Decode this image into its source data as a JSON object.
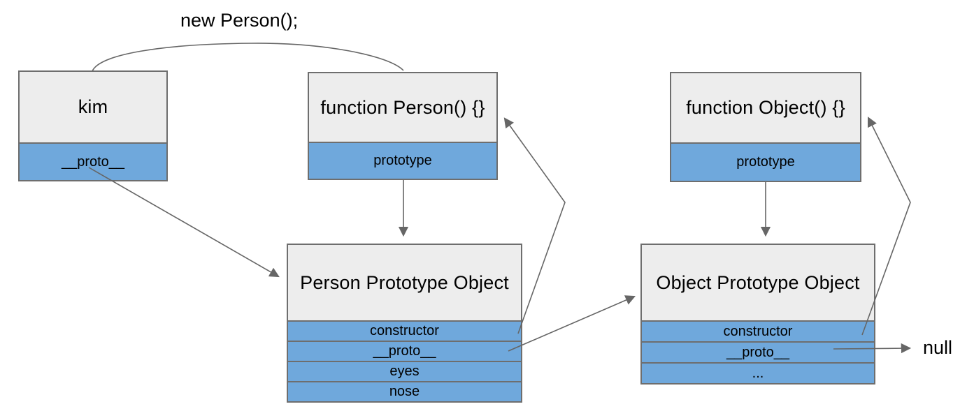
{
  "diagram": {
    "annotation": "new Person();",
    "null_label": "null",
    "boxes": {
      "kim": {
        "title": "kim",
        "rows": [
          "__proto__"
        ]
      },
      "function_person": {
        "title": "function Person() {}",
        "rows": [
          "prototype"
        ]
      },
      "function_object": {
        "title": "function Object() {}",
        "rows": [
          "prototype"
        ]
      },
      "person_prototype": {
        "title": "Person Prototype Object",
        "rows": [
          "constructor",
          "__proto__",
          "eyes",
          "nose"
        ]
      },
      "object_prototype": {
        "title": "Object Prototype Object",
        "rows": [
          "constructor",
          "__proto__",
          "..."
        ]
      }
    },
    "colors": {
      "header_fill": "#ededed",
      "row_fill": "#6fa8dc",
      "border": "#6e6e6e",
      "line": "#666666",
      "text": "#000000"
    }
  }
}
